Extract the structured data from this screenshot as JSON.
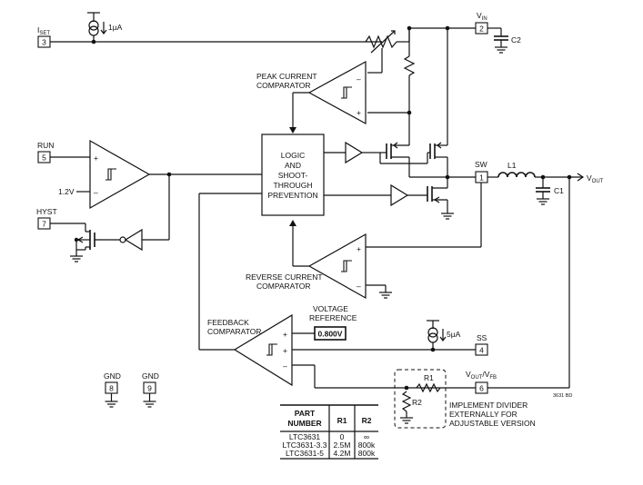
{
  "pins": {
    "iset": {
      "num": "3"
    },
    "vin": {
      "num": "2"
    },
    "run": {
      "label": "RUN",
      "num": "5"
    },
    "hyst": {
      "label": "HYST",
      "num": "7"
    },
    "sw": {
      "label": "SW",
      "num": "1"
    },
    "ss": {
      "label": "SS",
      "num": "4"
    },
    "vout_vfb": {
      "num": "6"
    },
    "gnd1": {
      "label": "GND",
      "num": "8"
    },
    "gnd2": {
      "label": "GND",
      "num": "9"
    }
  },
  "labels": {
    "iset_main": "I",
    "iset_sub": "SET",
    "vin_main": "V",
    "vin_sub": "IN",
    "vout_main": "V",
    "vout_sub": "OUT",
    "vout_vfb_main": "V",
    "vout_vfb_sub1": "OUT",
    "vout_vfb_slash": "/V",
    "vout_vfb_sub2": "FB",
    "src_1ua": "1µA",
    "src_5ua": "5µA",
    "c2": "C2",
    "c1": "C1",
    "l1": "L1",
    "r1": "R1",
    "r2": "R2",
    "ref_1_2v": "1.2V",
    "peak_current_comparator_1": "PEAK CURRENT",
    "peak_current_comparator_2": "COMPARATOR",
    "logic_1": "LOGIC",
    "logic_2": "AND",
    "logic_3": "SHOOT-",
    "logic_4": "THROUGH",
    "logic_5": "PREVENTION",
    "reverse_current_comparator_1": "REVERSE CURRENT",
    "reverse_current_comparator_2": "COMPARATOR",
    "feedback_comparator_1": "FEEDBACK",
    "feedback_comparator_2": "COMPARATOR",
    "voltage_reference_1": "VOLTAGE",
    "voltage_reference_2": "REFERENCE",
    "vref_value": "0.800V",
    "implement_divider_1": "IMPLEMENT DIVIDER",
    "implement_divider_2": "EXTERNALLY FOR",
    "implement_divider_3": "ADJUSTABLE VERSION",
    "doc_code": "3631 BD",
    "plus": "+",
    "minus": "–"
  },
  "table": {
    "headers": [
      "PART NUMBER",
      "R1",
      "R2"
    ],
    "header_part_1": "PART",
    "header_part_2": "NUMBER",
    "rows": [
      [
        "LTC3631",
        "0",
        "∞"
      ],
      [
        "LTC3631-3.3",
        "2.5M",
        "800k"
      ],
      [
        "LTC3631-5",
        "4.2M",
        "800k"
      ]
    ]
  }
}
